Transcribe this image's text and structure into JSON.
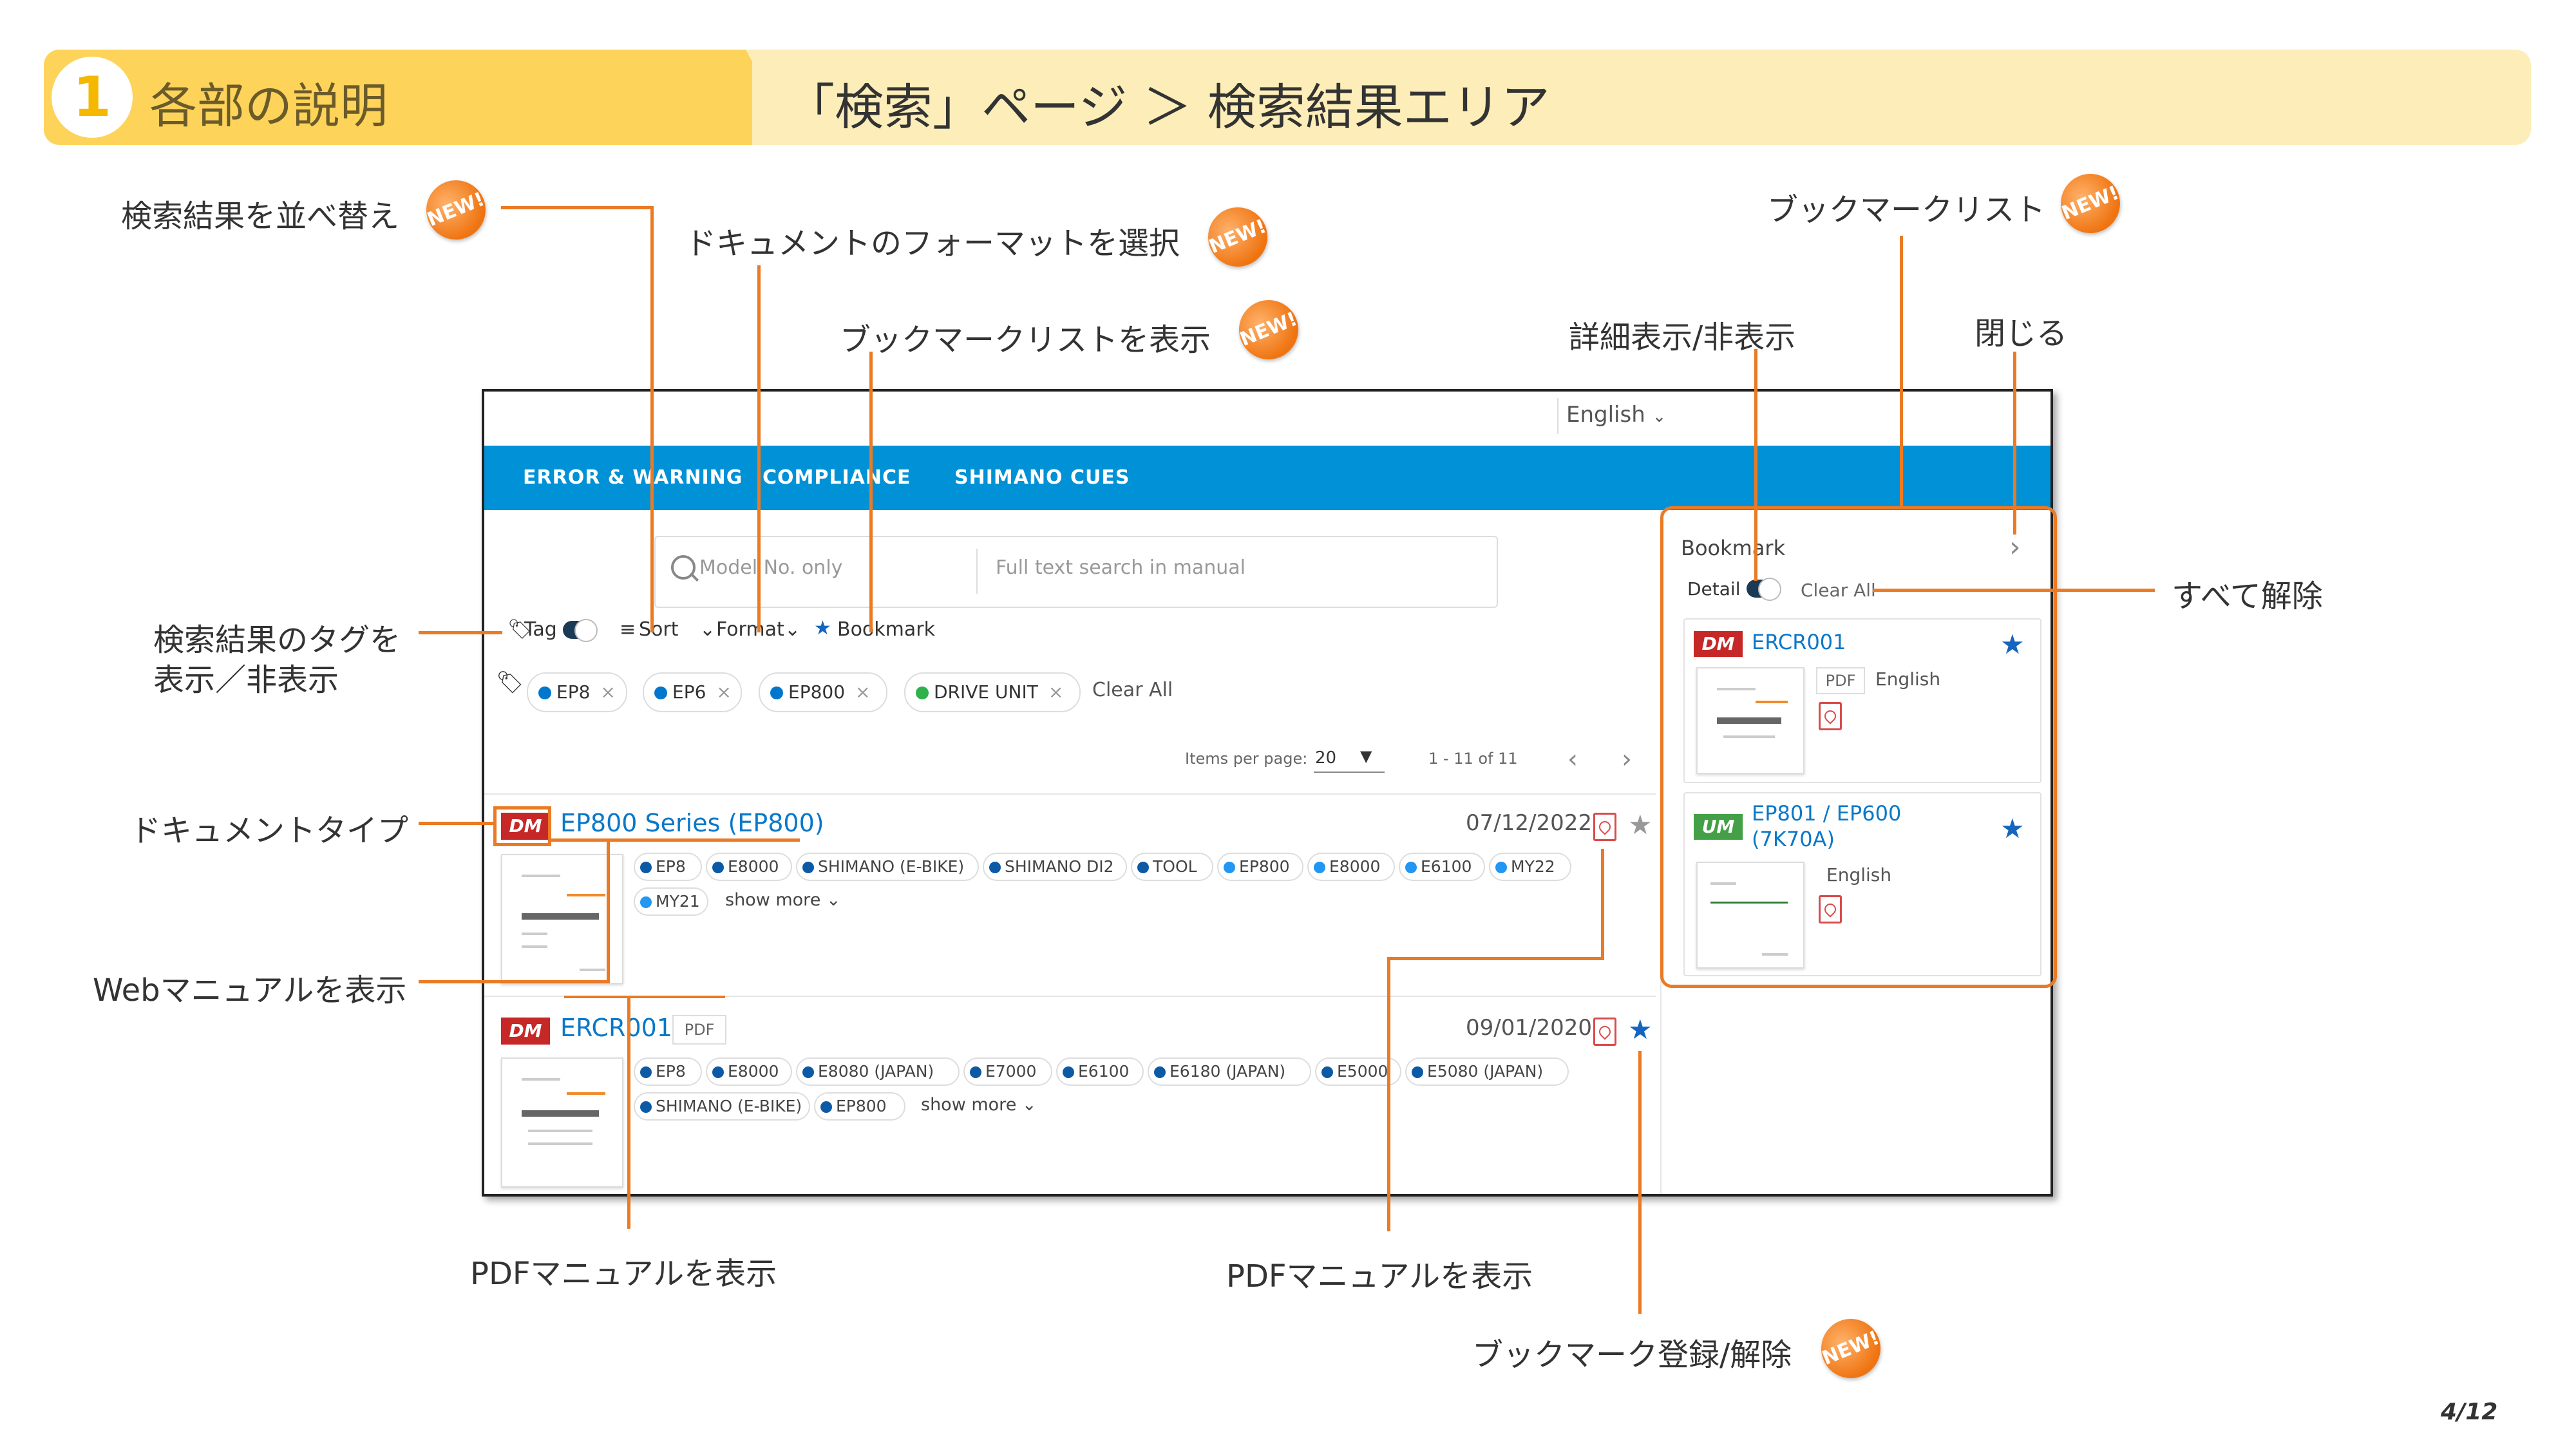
{
  "header": {
    "section_number": "1",
    "section_title": "各部の説明",
    "page_heading": "「検索」ページ ＞ 検索結果エリア"
  },
  "badge_text": "NEW!",
  "colors": {
    "accent": "#ea7a24",
    "header_band": "#fdeeb9",
    "header_tab": "#fdd35a",
    "nav": "#0091d6",
    "dm": "#c62828",
    "um": "#43a047",
    "link": "#0a78c8"
  },
  "annotations": {
    "sort": "検索結果を並べ替え",
    "format": "ドキュメントのフォーマットを選択",
    "bookmark_show": "ブックマークリストを表示",
    "bookmark_list": "ブックマークリスト",
    "detail": "詳細表示/非表示",
    "close": "閉じる",
    "clear_all": "すべて解除",
    "tags_line1": "検索結果のタグを",
    "tags_line2": "表示／非表示",
    "doc_type": "ドキュメントタイプ",
    "web_manual": "Webマニュアルを表示",
    "pdf_manual_left": "PDFマニュアルを表示",
    "pdf_manual_right": "PDFマニュアルを表示",
    "bookmark_toggle": "ブックマーク登録/解除"
  },
  "screen": {
    "language": "English",
    "nav": [
      "ERROR & WARNING",
      "COMPLIANCE",
      "SHIMANO CUES"
    ],
    "search": {
      "model_placeholder": "Model No. only",
      "fulltext_placeholder": "Full text search in manual"
    },
    "toolbar": {
      "tag": "Tag",
      "sort": "Sort",
      "format": "Format",
      "bookmark": "Bookmark"
    },
    "filters": [
      "EP8",
      "EP6",
      "EP800",
      "DRIVE UNIT"
    ],
    "filters_clear": "Clear All",
    "pagination": {
      "label": "Items per page:",
      "per_page": "20",
      "range": "1 - 11 of 11"
    },
    "results": [
      {
        "type": "DM",
        "title": "EP800 Series (EP800)",
        "date": "07/12/2022",
        "tags_row1": [
          "EP8",
          "E8000",
          "SHIMANO (E-BIKE)",
          "SHIMANO DI2",
          "TOOL",
          "EP800",
          "E8000",
          "E6100",
          "MY22"
        ],
        "tags_row2": [
          "MY21"
        ],
        "more": "show more"
      },
      {
        "type": "DM",
        "title": "ERCR001",
        "format": "PDF",
        "date": "09/01/2020",
        "tags_row1": [
          "EP8",
          "E8000",
          "E8080 (JAPAN)",
          "E7000",
          "E6100",
          "E6180 (JAPAN)",
          "E5000",
          "E5080 (JAPAN)"
        ],
        "tags_row2": [
          "SHIMANO (E-BIKE)",
          "EP800"
        ],
        "more": "show more"
      }
    ],
    "bookmark_panel": {
      "title": "Bookmark",
      "detail": "Detail",
      "clear_all": "Clear All",
      "items": [
        {
          "type": "DM",
          "title": "ERCR001",
          "format": "PDF",
          "language": "English"
        },
        {
          "type": "UM",
          "title_line1": "EP801 / EP600",
          "title_line2": "(7K70A)",
          "language": "English"
        }
      ]
    }
  },
  "footer": {
    "page": "4/12"
  }
}
